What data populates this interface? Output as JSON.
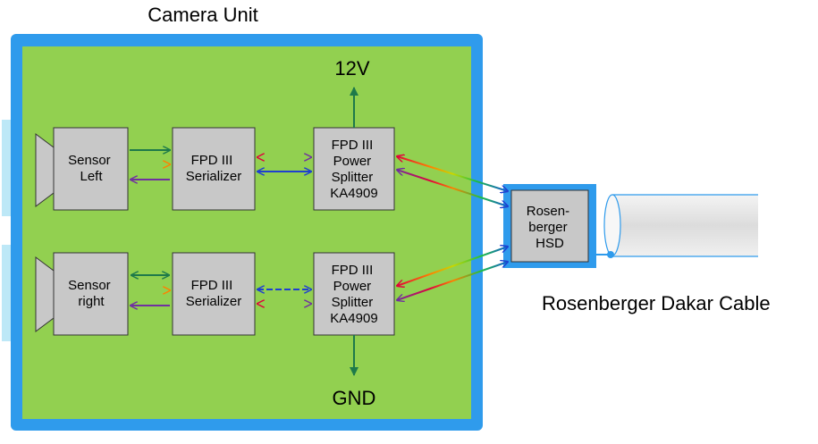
{
  "title": "Camera Unit",
  "cable_label": "Rosenberger Dakar Cable",
  "power": {
    "top": "12V",
    "bottom": "GND"
  },
  "sensor_left": [
    "Sensor",
    "Left"
  ],
  "sensor_right": [
    "Sensor",
    "right"
  ],
  "serializer": [
    "FPD III",
    "Serializer"
  ],
  "splitter": [
    "FPD III",
    "Power",
    "Splitter",
    "KA4909"
  ],
  "connector": [
    "Rosen-",
    "berger",
    "HSD"
  ],
  "colors": {
    "frame": "#2f9bec",
    "board": "#92d050",
    "block": "#c8c8c8",
    "lens_window": "#bde8f7",
    "green_line": "#1e7a4a",
    "violet_line": "#7030a0",
    "blue_line": "#1f3fd0"
  }
}
